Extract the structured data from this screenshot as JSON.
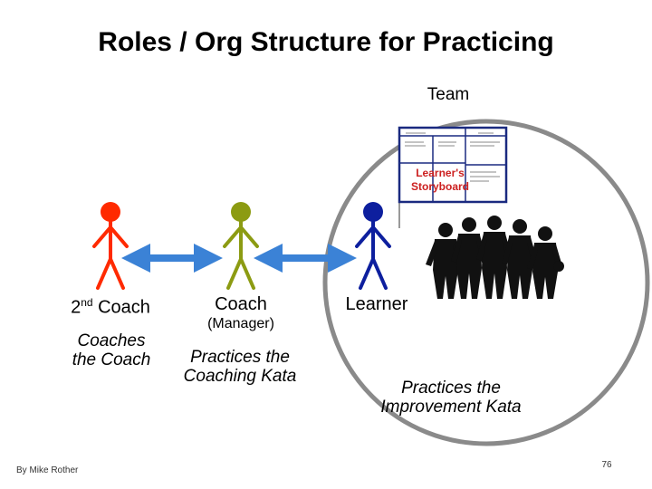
{
  "title": "Roles / Org Structure for Practicing",
  "team_label": "Team",
  "storyboard_label_line1": "Learner's",
  "storyboard_label_line2": "Storyboard",
  "roles": {
    "second_coach": {
      "name_prefix": "2",
      "name_super": "nd",
      "name_suffix": " Coach",
      "desc_line1": "Coaches",
      "desc_line2": "the Coach",
      "color": "#ff2a00"
    },
    "coach": {
      "name": "Coach",
      "sub": "(Manager)",
      "desc_line1": "Practices the",
      "desc_line2": "Coaching Kata",
      "color": "#8c9b12"
    },
    "learner": {
      "name": "Learner",
      "desc_line1": "Practices the",
      "desc_line2": "Improvement Kata",
      "color": "#0d1f9e"
    }
  },
  "arrow_color": "#3b82d6",
  "footer": "By Mike Rother",
  "page_number": "76"
}
